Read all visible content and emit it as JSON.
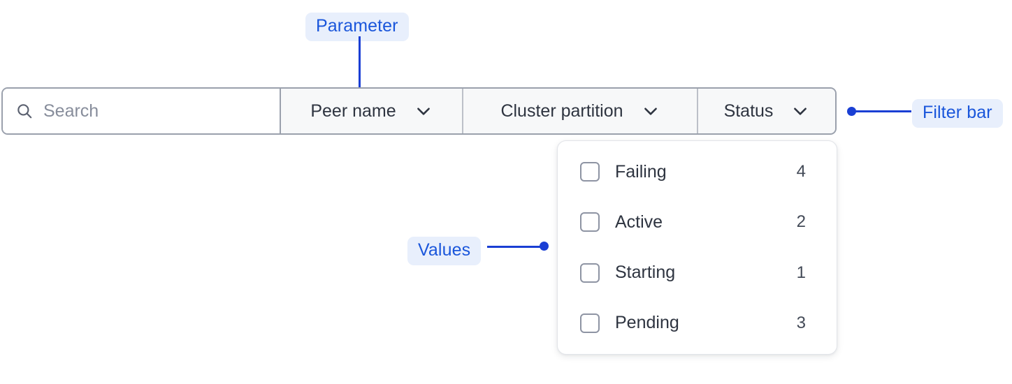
{
  "annotations": {
    "parameter": {
      "label": "Parameter"
    },
    "filter_bar": {
      "label": "Filter bar"
    },
    "values": {
      "label": "Values"
    }
  },
  "filter_bar": {
    "search": {
      "placeholder": "Search",
      "value": "",
      "icon": "search-icon"
    },
    "filters": [
      {
        "label": "Peer name",
        "icon": "chevron-down-icon"
      },
      {
        "label": "Cluster partition",
        "icon": "chevron-down-icon"
      },
      {
        "label": "Status",
        "icon": "chevron-down-icon"
      }
    ]
  },
  "values_panel": {
    "items": [
      {
        "label": "Failing",
        "count": "4",
        "checked": false
      },
      {
        "label": "Active",
        "count": "2",
        "checked": false
      },
      {
        "label": "Starting",
        "count": "1",
        "checked": false
      },
      {
        "label": "Pending",
        "count": "3",
        "checked": false
      }
    ]
  },
  "colors": {
    "accent": "#1a3fd4",
    "chip_bg": "#e8effc",
    "chip_text": "#1a56db",
    "bar_border": "#9aa0ac",
    "bar_fill": "#f7f8f9",
    "text": "#2e3440",
    "placeholder": "#878d9b"
  }
}
